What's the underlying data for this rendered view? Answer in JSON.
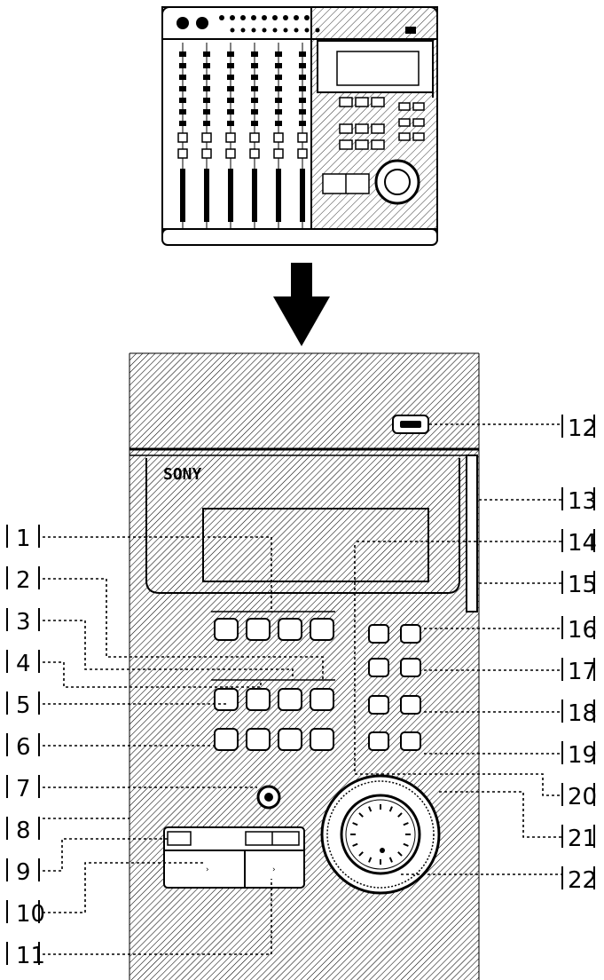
{
  "brand_text": "SONY",
  "callouts": [
    {
      "id": "c1",
      "label": "1"
    },
    {
      "id": "c2",
      "label": "2"
    },
    {
      "id": "c3",
      "label": "3"
    },
    {
      "id": "c4",
      "label": "4"
    },
    {
      "id": "c5",
      "label": "5"
    },
    {
      "id": "c6",
      "label": "6"
    },
    {
      "id": "c7",
      "label": "7"
    },
    {
      "id": "c8",
      "label": "8"
    },
    {
      "id": "c9",
      "label": "9"
    },
    {
      "id": "c10",
      "label": "10"
    },
    {
      "id": "c11",
      "label": "11"
    },
    {
      "id": "c12",
      "label": "12"
    },
    {
      "id": "c13",
      "label": "13"
    },
    {
      "id": "c14",
      "label": "14"
    },
    {
      "id": "c15",
      "label": "15"
    },
    {
      "id": "c16",
      "label": "16"
    },
    {
      "id": "c17",
      "label": "17"
    },
    {
      "id": "c18",
      "label": "18"
    },
    {
      "id": "c19",
      "label": "19"
    },
    {
      "id": "c20",
      "label": "20"
    },
    {
      "id": "c21",
      "label": "21"
    },
    {
      "id": "c22",
      "label": "22"
    }
  ]
}
